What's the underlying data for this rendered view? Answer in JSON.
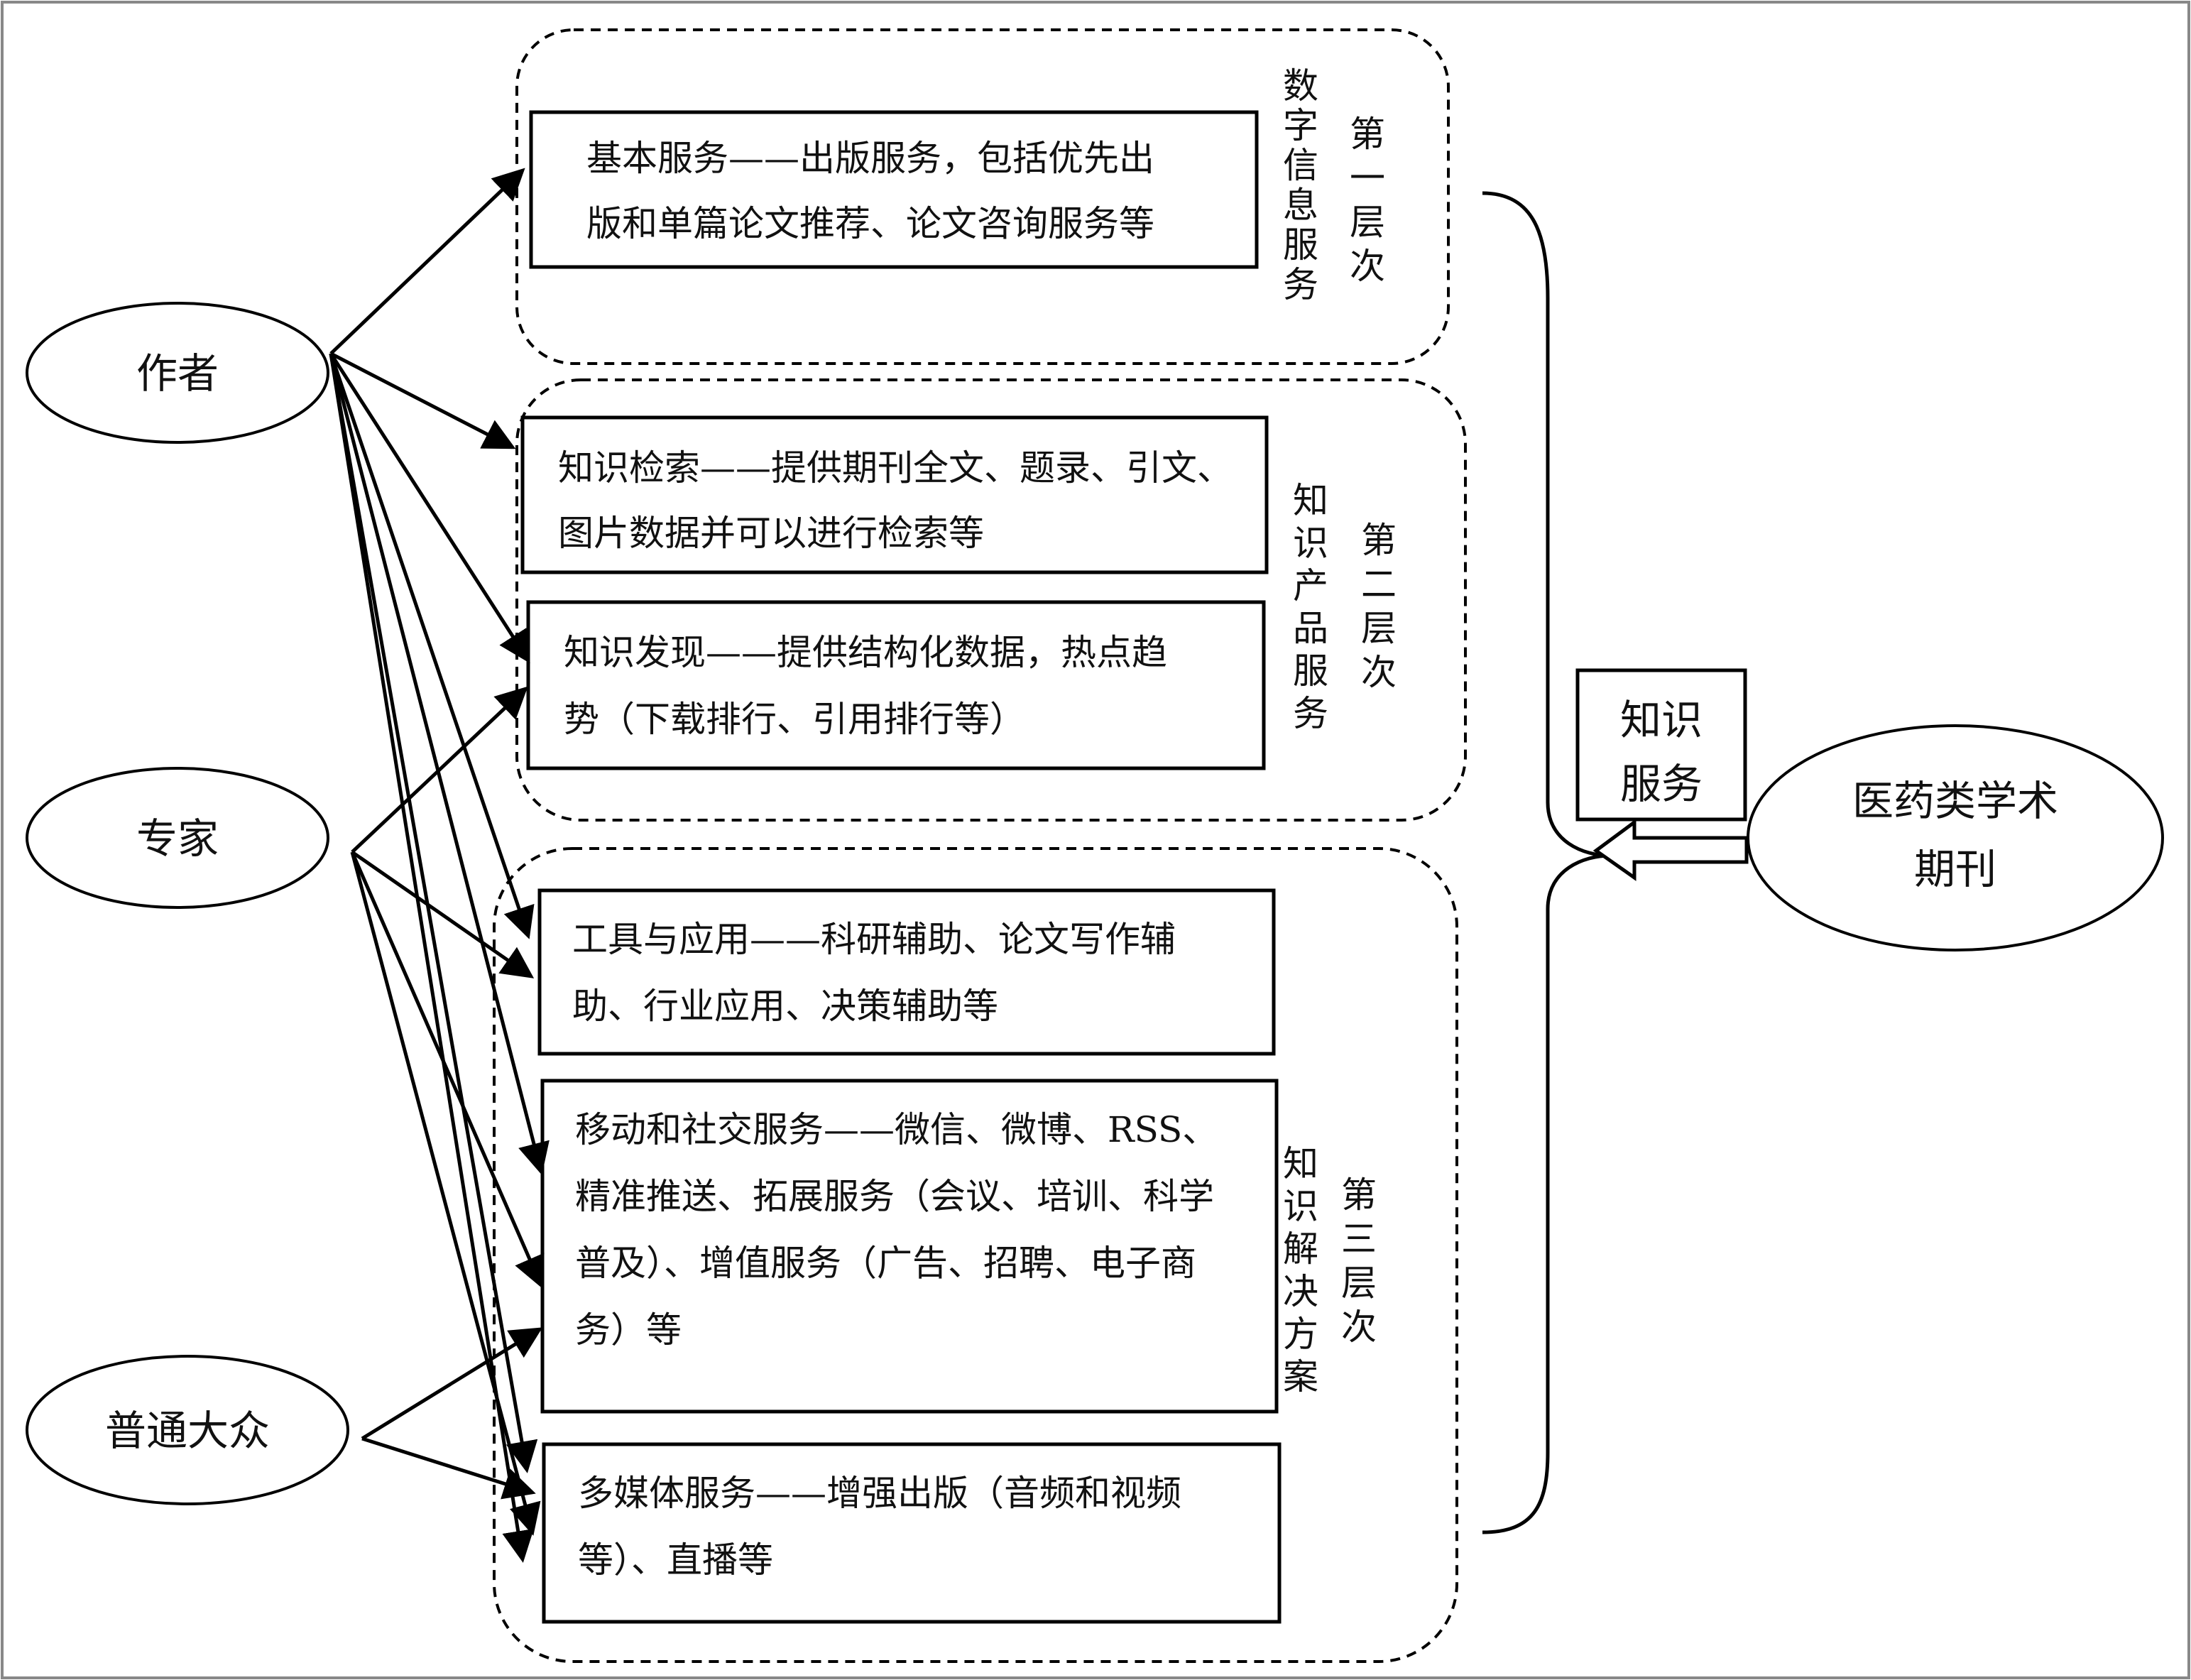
{
  "actors": [
    {
      "id": "author",
      "label": "作者"
    },
    {
      "id": "expert",
      "label": "专家"
    },
    {
      "id": "public",
      "label": "普通大众"
    }
  ],
  "journal": {
    "line1": "医药类学术",
    "line2": "期刊"
  },
  "knowledge_service": {
    "line1": "知识",
    "line2": "服务"
  },
  "tiers": [
    {
      "level_label": "第一层次",
      "type_label": "数字信息服务",
      "boxes": [
        {
          "lines": [
            "基本服务——出版服务，包括优先出",
            "版和单篇论文推荐、论文咨询服务等"
          ]
        }
      ]
    },
    {
      "level_label": "第二层次",
      "type_label": "知识产品服务",
      "boxes": [
        {
          "lines": [
            "知识检索——提供期刊全文、题录、引文、",
            "图片数据并可以进行检索等"
          ]
        },
        {
          "lines": [
            "知识发现——提供结构化数据，热点趋",
            "势（下载排行、引用排行等）"
          ]
        }
      ]
    },
    {
      "level_label": "第三层次",
      "type_label": "知识解决方案",
      "boxes": [
        {
          "lines": [
            "工具与应用——科研辅助、论文写作辅",
            "助、行业应用、决策辅助等"
          ]
        },
        {
          "lines": [
            "移动和社交服务——微信、微博、RSS、",
            "精准推送、拓展服务（会议、培训、科学",
            "普及）、增值服务（广告、招聘、电子商",
            "务）等"
          ]
        },
        {
          "lines": [
            "多媒体服务——增强出版（音频和视频",
            "等）、直播等"
          ]
        }
      ]
    }
  ]
}
